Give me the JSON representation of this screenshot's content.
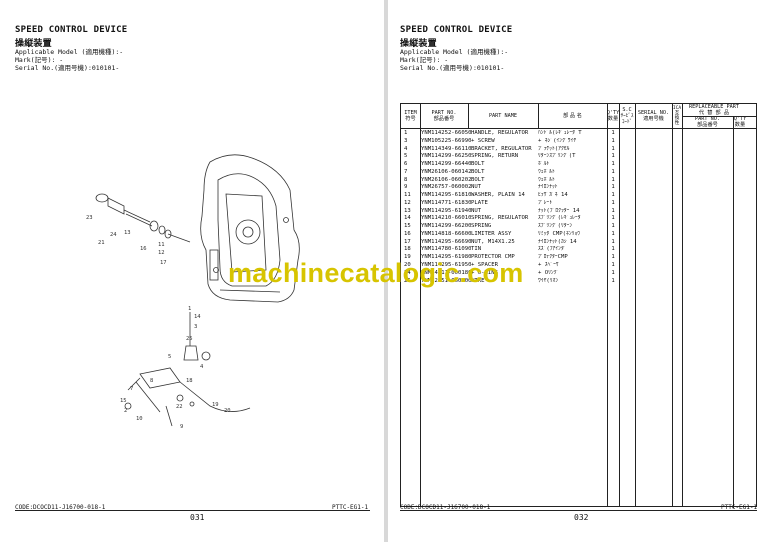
{
  "left_page": {
    "title_en": "SPEED CONTROL DEVICE",
    "title_jp": "操縦装置",
    "applicable_model": "Applicable Model (適用機種):-",
    "mark": "Mark(記号): -",
    "serial": "Serial No.(適用号機):010101-",
    "code": "CODE:DCOCD11-J16700-018-1",
    "page_number": "031",
    "footer_id": "PTTC-EG1-1",
    "callouts": [
      "23",
      "24",
      "21",
      "13",
      "16",
      "11",
      "12",
      "17",
      "1",
      "14",
      "3",
      "25",
      "5",
      "4",
      "18",
      "8",
      "7",
      "19",
      "22",
      "20",
      "10",
      "15",
      "2",
      "9"
    ]
  },
  "right_page": {
    "title_en": "SPEED CONTROL DEVICE",
    "title_jp": "操縦装置",
    "applicable_model": "Applicable Model (適用機種):-",
    "mark": "Mark(記号): -",
    "serial": "Serial No.(適用号機):010101-",
    "code": "CODE:DCOCD11-J16700-018-1",
    "page_number": "032",
    "footer_id": "PTTC-EG1-1",
    "table_headers": {
      "item": "ITEM\n符号",
      "part_no": "PART NO.\n部品番号",
      "part_name": "PART NAME",
      "jp_name": "部 品 名",
      "qty": "Q'TY\n数量",
      "sc": "S.C\nｻｰﾋﾞｽ\nｺｰﾄﾞ",
      "serial_no": "SERIAL NO.\n適用号機",
      "ica": "ICA\n互\n換\n性",
      "replaceable": "REPLACEABLE PART\n代 替 部 品",
      "rep_part_no": "PART NO.\n部品番号",
      "rep_qty": "Q'TY\n数量"
    },
    "rows": [
      {
        "item": "1",
        "part_no": "YNM114252-66050",
        "name": "HANDLE, REGULATOR",
        "jp": "ﾊﾝﾄﾞﾙ(ﾚｷﾞｭﾚｰﾀ T",
        "qty": "1"
      },
      {
        "item": "3",
        "part_no": "YNM105225-66990",
        "name": "+ SCREW",
        "jp": "+ ﾈｼﾞ(ｲﾝｸﾞﾜｲﾔ",
        "qty": "1"
      },
      {
        "item": "4",
        "part_no": "YNM114349-66110",
        "name": "BRACKET, REGULATOR",
        "jp": "ﾌﾞﾗｹｯﾄ(ｱｸｾﾙ",
        "qty": "1"
      },
      {
        "item": "5",
        "part_no": "YNM114299-66250",
        "name": "SPRING, RETURN",
        "jp": "ﾘﾀｰﾝｽﾌﾟﾘﾝｸﾞ(T",
        "qty": "1"
      },
      {
        "item": "6",
        "part_no": "YNM114299-66440",
        "name": "BOLT",
        "jp": "ﾎﾞﾙﾄ",
        "qty": "1"
      },
      {
        "item": "7",
        "part_no": "YNM26106-060142",
        "name": "BOLT",
        "jp": "ｳｪﾎﾞﾙﾄ",
        "qty": "1"
      },
      {
        "item": "8",
        "part_no": "YNM26106-060202",
        "name": "BOLT",
        "jp": "ｳｪﾎﾞﾙﾄ",
        "qty": "1"
      },
      {
        "item": "9",
        "part_no": "YNM26757-060002",
        "name": "NUT",
        "jp": "ﾅｲﾛﾝﾅｯﾄ",
        "qty": "1"
      },
      {
        "item": "11",
        "part_no": "YNM114295-61810",
        "name": "WASHER, PLAIN 14",
        "jp": "ﾋﾗｻﾞｶﾞﾈ 14",
        "qty": "1"
      },
      {
        "item": "12",
        "part_no": "YNM114771-61830",
        "name": "PLATE",
        "jp": "ﾌﾟﾚｰﾄ",
        "qty": "1"
      },
      {
        "item": "13",
        "part_no": "YNM114295-61940",
        "name": "NUT",
        "jp": "ﾅｯﾄ(ﾌﾞﾛｸﾗﾀｰ 14",
        "qty": "1"
      },
      {
        "item": "14",
        "part_no": "YNM114210-66010",
        "name": "SPRING, REGULATOR",
        "jp": "ｽﾌﾟﾘﾝｸﾞ(ﾚｷﾞｭﾚｰﾀ",
        "qty": "1"
      },
      {
        "item": "15",
        "part_no": "YNM114299-66200",
        "name": "SPRING",
        "jp": "ｽﾌﾟﾘﾝｸﾞ(ﾘﾀｰﾝ",
        "qty": "1"
      },
      {
        "item": "16",
        "part_no": "YNM114818-66600",
        "name": "LIMITER ASSY",
        "jp": "ﾘﾐｯﾀ CMP(ﾈﾝﾘｮｳ",
        "qty": "1"
      },
      {
        "item": "17",
        "part_no": "YNM114295-66690",
        "name": "NUT, M14X1.25",
        "jp": "ﾅｲﾛﾝﾅｯﾄ(ｶｼ 14",
        "qty": "1"
      },
      {
        "item": "18",
        "part_no": "YNM114780-61090",
        "name": "TIN",
        "jp": "ｽｽﾞ(ﾌｱｲﾝﾀﾞ",
        "qty": "1"
      },
      {
        "item": "19",
        "part_no": "YNM114295-61980",
        "name": "PROTECTOR CMP",
        "jp": "ﾌﾟﾛﾃｸﾀｰCMP",
        "qty": "1"
      },
      {
        "item": "20",
        "part_no": "YNM114295-61950",
        "name": "+ SPACER",
        "jp": "+ ｽﾍﾟｰｻ",
        "qty": "1"
      },
      {
        "item": "24",
        "part_no": "YNM24311-000180",
        "name": "+ O-RING",
        "jp": "+ Oﾘﾝｸﾞ",
        "qty": "1"
      },
      {
        "item": "25",
        "part_no": "YNM22451-060000",
        "name": "WIRE",
        "jp": "ﾜｲﾔ(ﾘｵﾝ",
        "qty": "1"
      }
    ]
  },
  "watermark": "machinecatalogic.com"
}
